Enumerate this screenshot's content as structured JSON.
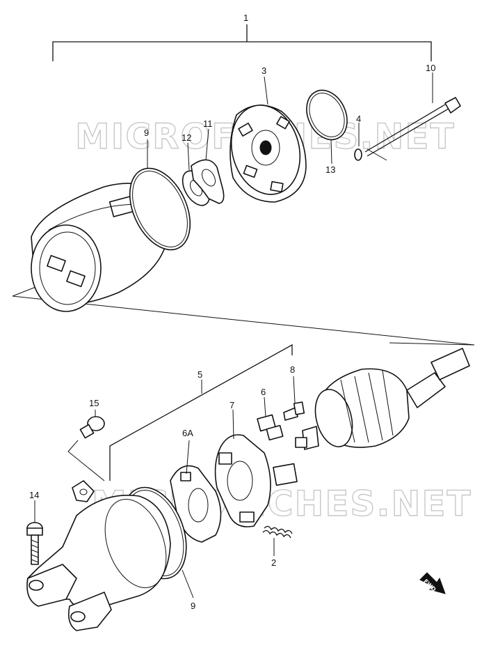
{
  "watermark": {
    "top": "MICROFICHES.NET",
    "bottom": "MICROFICHES.NET"
  },
  "callouts": {
    "c1": "1",
    "c2": "2",
    "c3": "3",
    "c4": "4",
    "c5": "5",
    "c6": "6",
    "c6a": "6A",
    "c7": "7",
    "c8": "8",
    "c9a": "9",
    "c9b": "9",
    "c10": "10",
    "c11": "11",
    "c12": "12",
    "c13": "13",
    "c14": "14",
    "c15": "15"
  },
  "fwd_badge": "FWD"
}
